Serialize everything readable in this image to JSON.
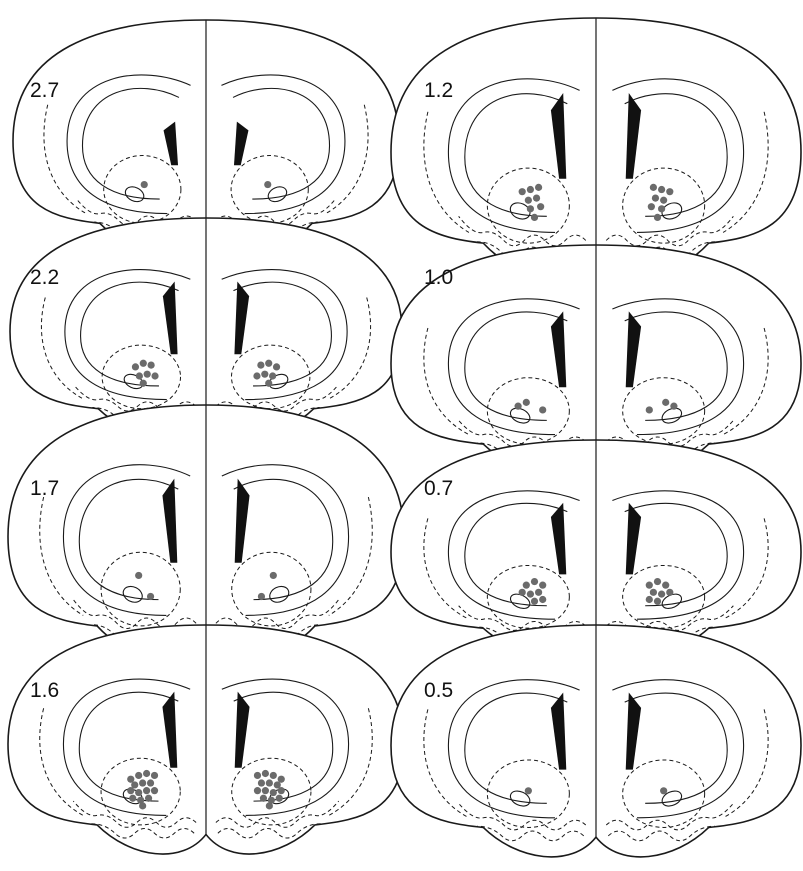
{
  "figure": {
    "left_column": [
      {
        "label": "2.7"
      },
      {
        "label": "2.2"
      },
      {
        "label": "1.7"
      },
      {
        "label": "1.6"
      }
    ],
    "right_column": [
      {
        "label": "1.2"
      },
      {
        "label": "1.0"
      },
      {
        "label": "0.7"
      },
      {
        "label": "0.5"
      }
    ]
  }
}
